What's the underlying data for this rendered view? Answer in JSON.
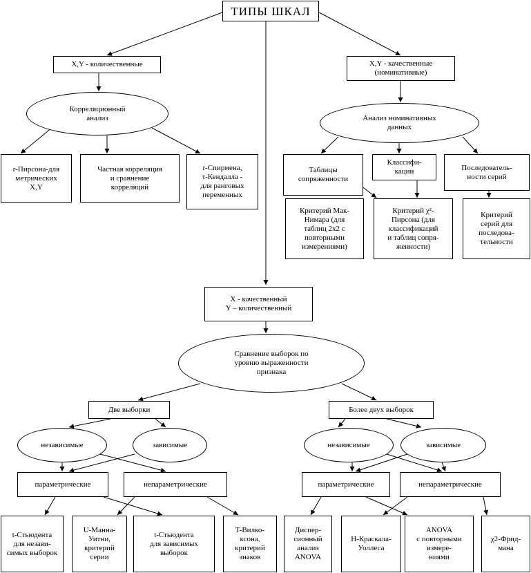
{
  "title": "ТИПЫ   ШКАЛ",
  "nodes": {
    "xy_quant": "X,Y - количественные",
    "xy_qual": "X,Y - качественные\n(номинативные)",
    "corr": "Корреляционный\nанализ",
    "nom": "Анализ номинативных\nданных",
    "pearson": "r-Пирсона-для\nметрических\nX,Y",
    "partial": "Частная корреляция\nи сравнение\nкорреляций",
    "spearman": "r-Спирмена,\nτ-Кендалла -\nдля ранговых\nпеременных",
    "tables": "Таблицы\nсопряженности",
    "classif": "Классифи-\nкации",
    "seq": "Последователь-\nности  серий",
    "mcnemar": "Критерий Мак-\nНимара (для\nтаблиц 2х2 с\nповторными\nизмерениями)",
    "chi2": "Критерий χ²-\nПирсона (для\nклассификаций\nи таблиц сопря-\nженности)",
    "runs": "Критерий\nсерий для\nпоследова-\nтельности",
    "xq_yq": "X - качественный\nY – количественный",
    "compare": "Сравнение выборок по\nуровню выраженности\nпризнака",
    "two": "Две выборки",
    "more": "Более двух выборок",
    "ind1": "независимые",
    "dep1": "зависимые",
    "ind2": "независимые",
    "dep2": "зависимые",
    "par1": "параметрические",
    "nonpar1": "непараметрические",
    "par2": "параметрические",
    "nonpar2": "непараметрические",
    "t_ind": "t-Стьюдента\nдля незави-\nсимых выборок",
    "u_mw": "U-Манна-\nУитни,\nкритерий\nсерии",
    "t_dep": "t-Стьюдента\nдля зависимых\nвыборок",
    "wilcox": "T-Вилко-\nксона,\nкритерий\nзнаков",
    "anova": "Диспер-\nсионный\nанализ\nANOVA",
    "kw": "Н-Краскала-\nУоллеса",
    "anova_rm": "ANOVA\nс повторными\nизмере-\nниями",
    "friedman": "χ2-Фрид-\nмана"
  }
}
